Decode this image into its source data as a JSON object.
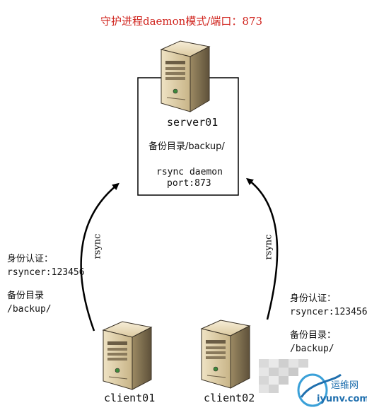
{
  "title": "守护进程daemon模式/端口：873",
  "server": {
    "name": "server01",
    "backup_dir": "备份目录/backup/",
    "service_line1": "rsync daemon",
    "service_line2": "port:873"
  },
  "arrows": {
    "left_label": "rsync",
    "right_label": "rsync"
  },
  "client01": {
    "name": "client01",
    "auth_label": "身份认证：",
    "auth_value": "rsyncer:123456",
    "backup_label": "备份目录",
    "backup_path": "/backup/"
  },
  "client02": {
    "name": "client02",
    "auth_label": "身份认证：",
    "auth_value": "rsyncer:123456",
    "backup_label": "备份目录：",
    "backup_path": "/backup/"
  },
  "watermark": {
    "text_cn": "运维网",
    "text_en": "iyunv.com"
  }
}
